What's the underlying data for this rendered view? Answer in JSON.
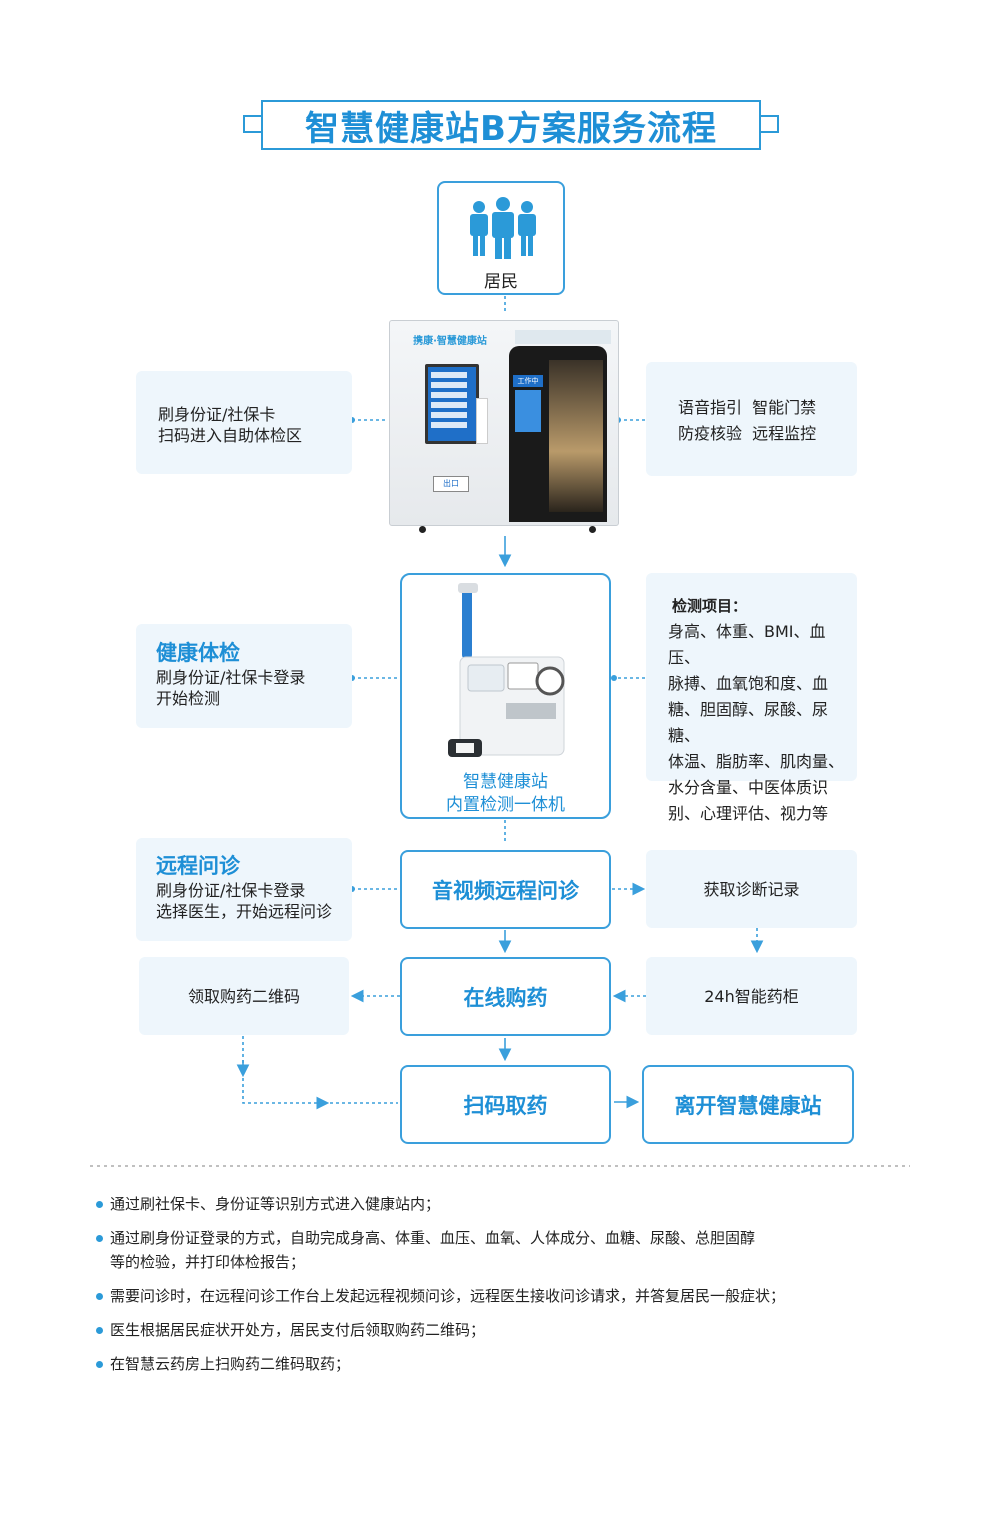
{
  "title": "智慧健康站B方案服务流程",
  "resident": {
    "label": "居民"
  },
  "kiosk": {
    "brand": "携康·智慧健康站",
    "door_status": "工作中",
    "exit_label": "出口"
  },
  "left_boxes": {
    "swipe": {
      "line1": "刷身份证/社保卡",
      "line2": "扫码进入自助体检区"
    },
    "checkup": {
      "head": "健康体检",
      "line1": "刷身份证/社保卡登录",
      "line2": "开始检测"
    },
    "remote": {
      "head": "远程问诊",
      "line1": "刷身份证/社保卡登录",
      "line2": "选择医生，开始远程问诊"
    },
    "qrcode": {
      "text": "领取购药二维码"
    }
  },
  "right_boxes": {
    "features": {
      "line1": "语音指引  智能门禁",
      "line2": "防疫核验  远程监控"
    },
    "items": {
      "head": "检测项目：",
      "lines": [
        "身高、体重、BMI、血压、",
        "脉搏、血氧饱和度、血",
        "糖、胆固醇、尿酸、尿糖、",
        "体温、脂肪率、肌肉量、",
        "水分含量、中医体质识",
        "别、心理评估、视力等"
      ]
    },
    "record": {
      "text": "获取诊断记录"
    },
    "cabinet": {
      "text": "24h智能药柜"
    }
  },
  "center": {
    "machine_label1": "智慧健康站",
    "machine_label2": "内置检测一体机",
    "video": "音视频远程问诊",
    "buy": "在线购药",
    "scan": "扫码取药",
    "leave": "离开智慧健康站"
  },
  "notes": [
    "通过刷社保卡、身份证等识别方式进入健康站内；",
    "通过刷身份证登录的方式，自助完成身高、体重、血压、血氧、人体成分、血糖、尿酸、总胆固醇",
    "等的检验，并打印体检报告；",
    "需要问诊时，在远程问诊工作台上发起远程视频问诊，远程医生接收问诊请求，并答复居民一般症状；",
    "医生根据居民症状开处方，居民支付后领取购药二维码；",
    "在智慧云药房上扫购药二维码取药；"
  ],
  "colors": {
    "accent": "#1e8fd6",
    "border": "#3a9fdc",
    "box_bg": "#eef6fc"
  }
}
